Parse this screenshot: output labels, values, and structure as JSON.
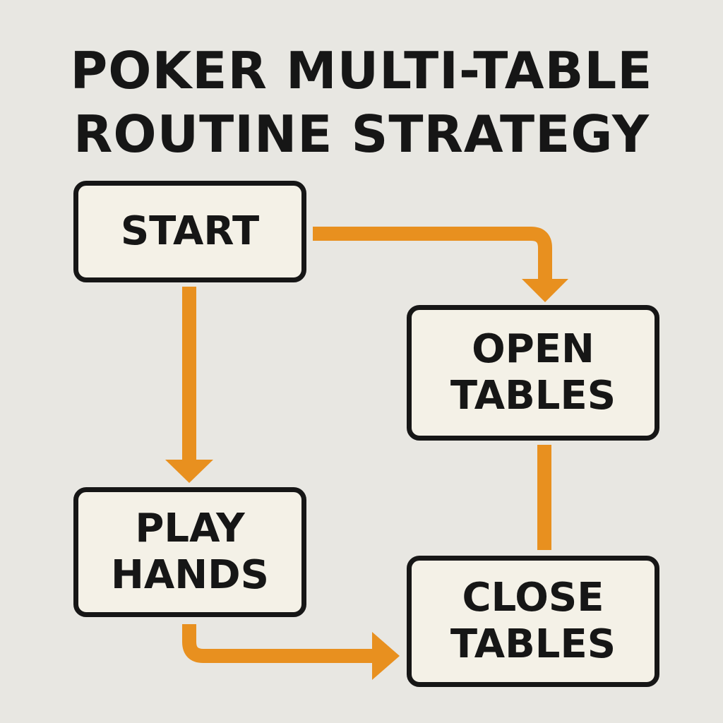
{
  "title": {
    "line1": "POKER MULTI-TABLE",
    "line2": "ROUTINE STRATEGY"
  },
  "nodes": {
    "start": {
      "line1": "START"
    },
    "open_tables": {
      "line1": "OPEN",
      "line2": "TABLES"
    },
    "play_hands": {
      "line1": "PLAY",
      "line2": "HANDS"
    },
    "close_tables": {
      "line1": "CLOSE",
      "line2": "TABLES"
    }
  },
  "colors": {
    "background": "#e8e7e2",
    "node_fill": "#f4f1e7",
    "node_border": "#161616",
    "arrow": "#e8901f",
    "text": "#161616"
  },
  "edges": [
    {
      "from": "START",
      "to": "OPEN TABLES",
      "arrowhead": true
    },
    {
      "from": "START",
      "to": "PLAY HANDS",
      "arrowhead": true
    },
    {
      "from": "PLAY HANDS",
      "to": "CLOSE TABLES",
      "arrowhead": true
    },
    {
      "from": "OPEN TABLES",
      "to": "CLOSE TABLES",
      "arrowhead": false
    }
  ]
}
